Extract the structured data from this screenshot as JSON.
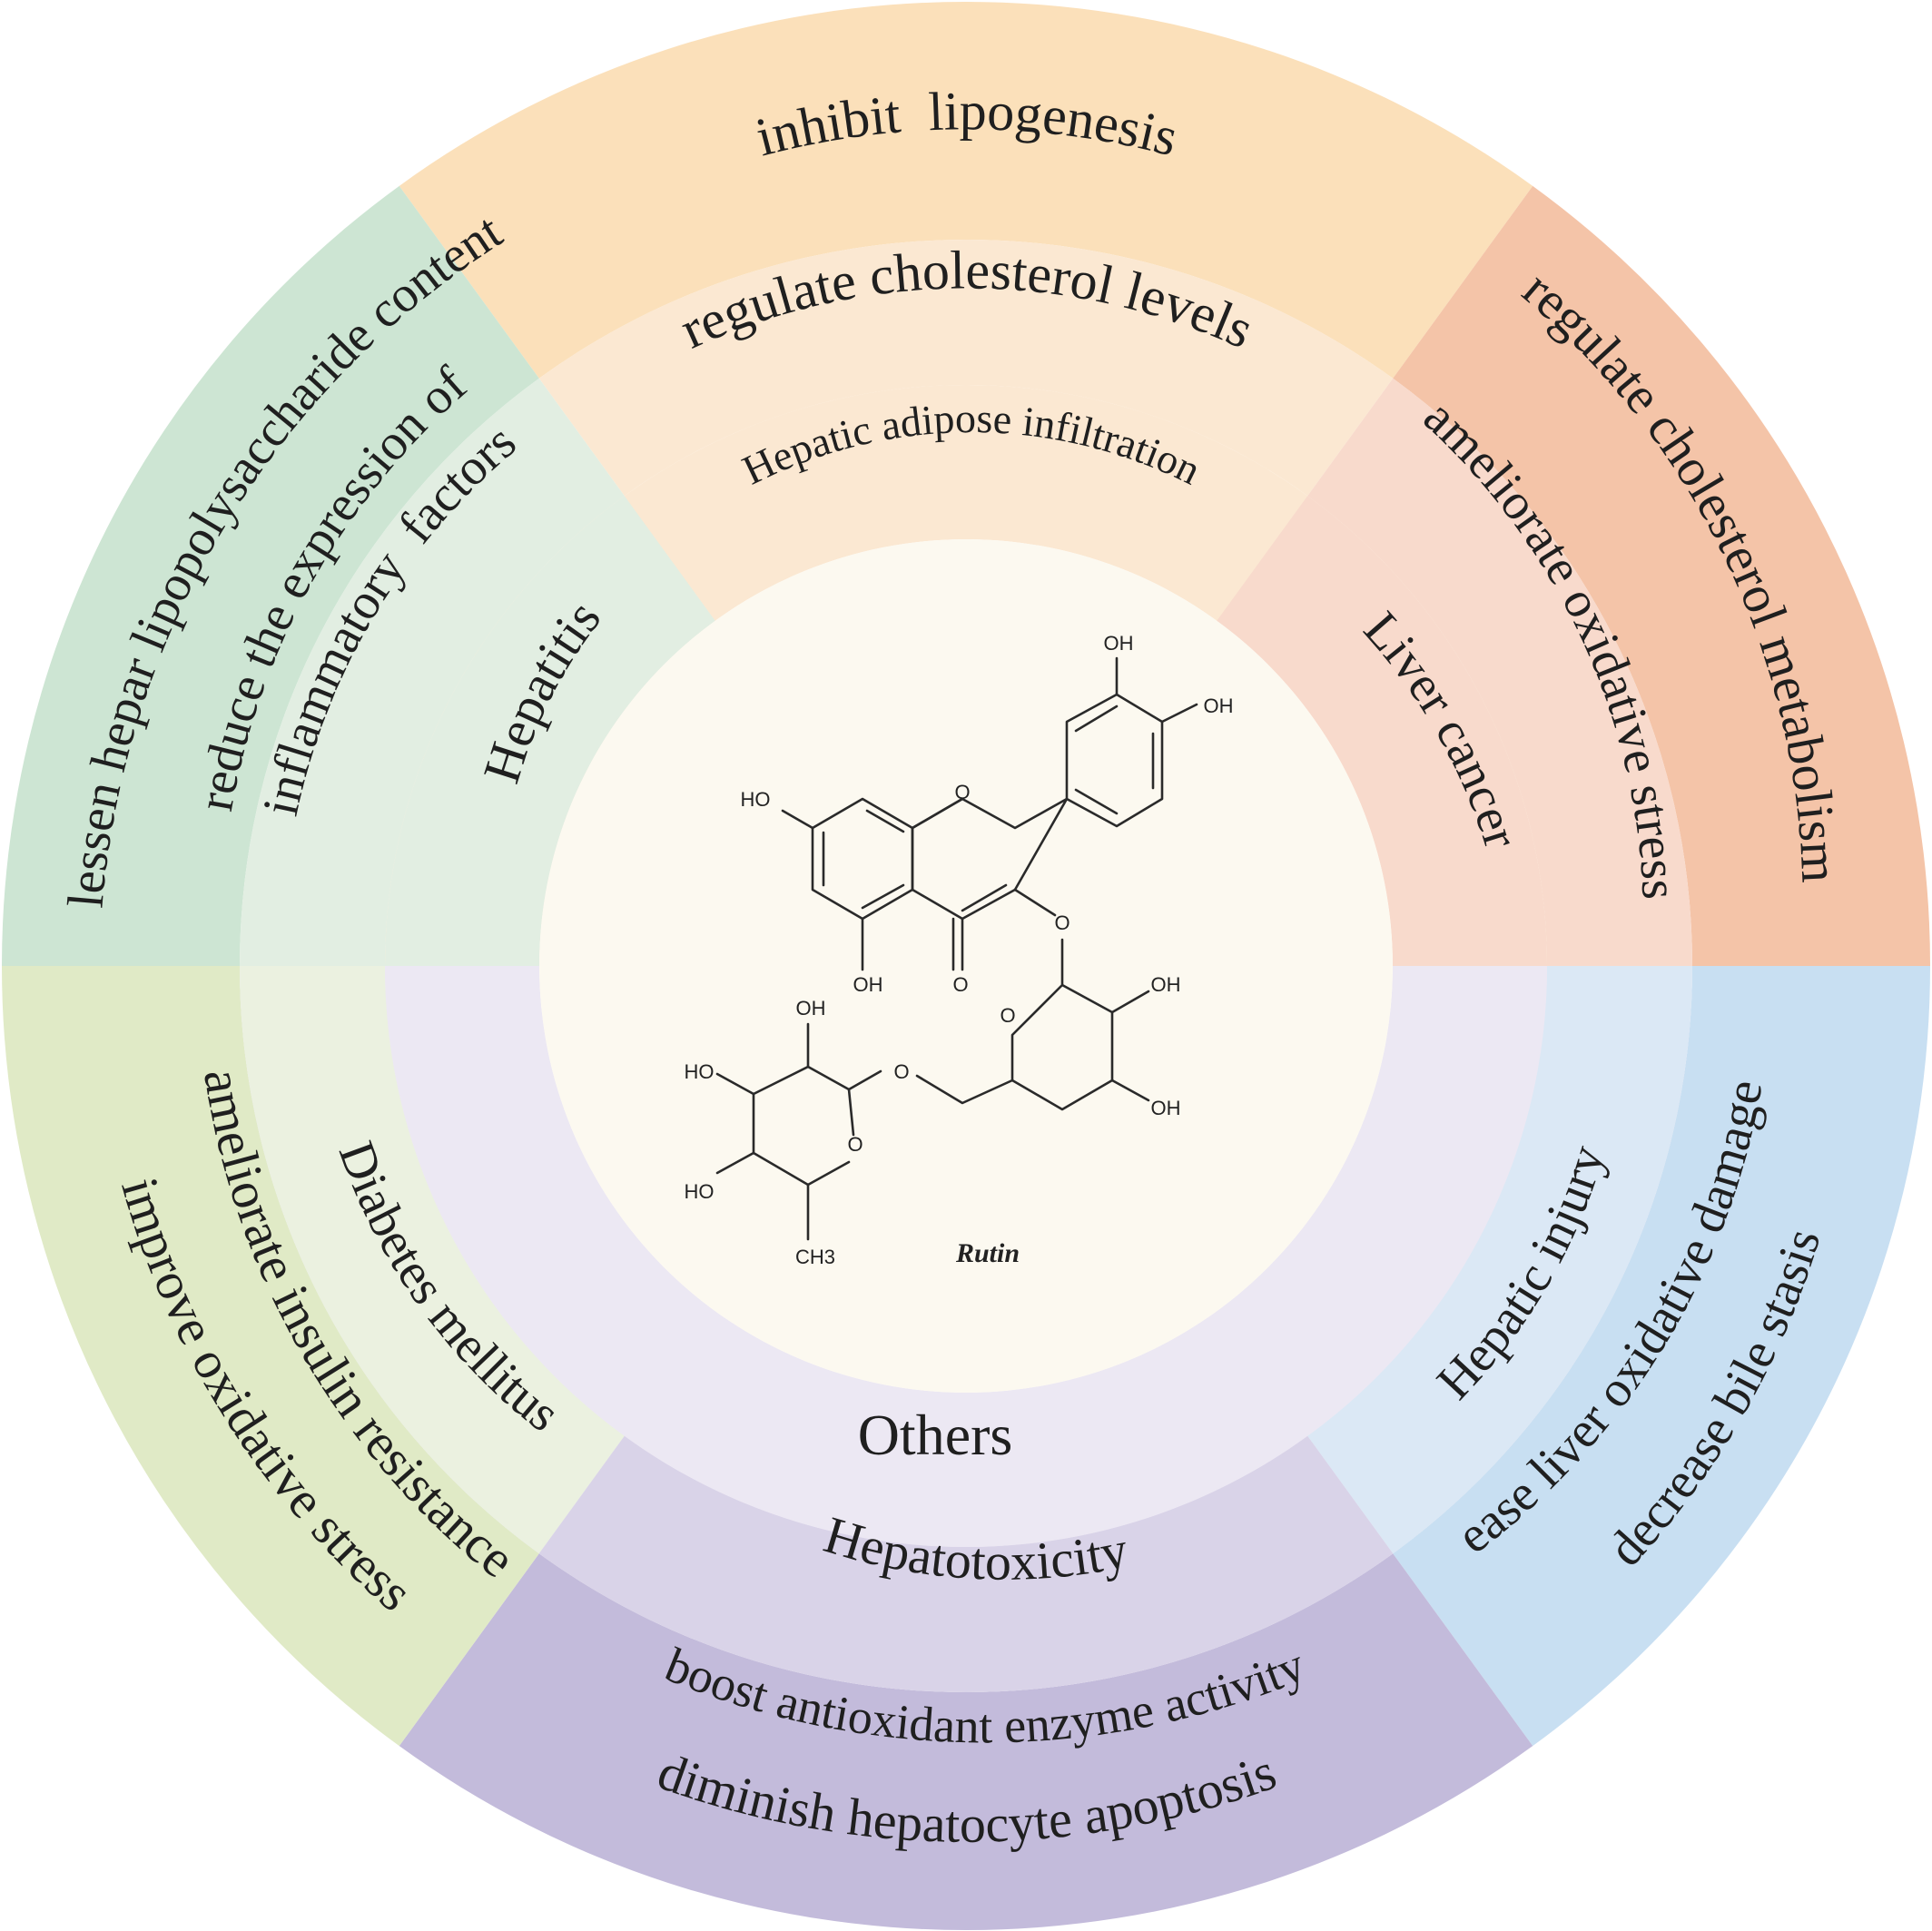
{
  "diagram": {
    "colors": {
      "lipid_outer": "#FBE0BA",
      "lipid_mid": "#FBE8D2",
      "cancer_outer": "#F4C4A8",
      "cancer_mid": "#F8DACC",
      "injury_outer": "#C8DFF2",
      "injury_mid": "#DBE8F5",
      "tox_outer": "#C3BBDB",
      "tox_mid": "#D9D3E8",
      "diab_outer": "#E0EAC6",
      "diab_mid": "#EBF1E0",
      "hep_outer": "#CDE5D3",
      "hep_mid": "#E2EEE2",
      "others": "#ECE8F3",
      "center": "#FCF9F0"
    },
    "center": {
      "molecule_name": "Rutin"
    },
    "chem_labels": {
      "oh_top": "OH",
      "oh_right": "OH",
      "ho_left": "HO",
      "oh_bottom": "OH",
      "o_carbonyl": "O",
      "o_ring": "O",
      "o_link": "O",
      "o_sugar1": "O",
      "oh_s1a": "OH",
      "oh_s1b": "OH",
      "o_link2": "O",
      "o_sugar2": "O",
      "oh_s2a": "OH",
      "ho_s2b": "HO",
      "ho_s2c": "HO",
      "ch3": "CH3"
    },
    "others_label": "Others",
    "diseases": {
      "lipid": "Hepatic adipose infiltration",
      "cancer": "Liver cancer",
      "injury": "Hepatic injury",
      "tox": "Hepatotoxicity",
      "diab": "Diabetes mellitus",
      "hep": "Hepatitis"
    },
    "effects": {
      "lipid_1": "inhibit  lipogenesis",
      "lipid_2": "regulate cholesterol levels",
      "cancer_1": "regulate cholesterol metabolism",
      "cancer_2": "ameliorate oxidative stress",
      "injury_1": "ease liver oxidative damage",
      "injury_2": "decrease bile stasis",
      "tox_1": "boost antioxidant enzyme activity",
      "tox_2": "diminish hepatocyte apoptosis",
      "diab_1": "ameliorate insulin resistance",
      "diab_2": "improve oxidative stress",
      "hep_1": "lessen hepar lipopolysaccharide content",
      "hep_2": "reduce the expression of",
      "hep_3": "inflammatory  factors"
    }
  }
}
